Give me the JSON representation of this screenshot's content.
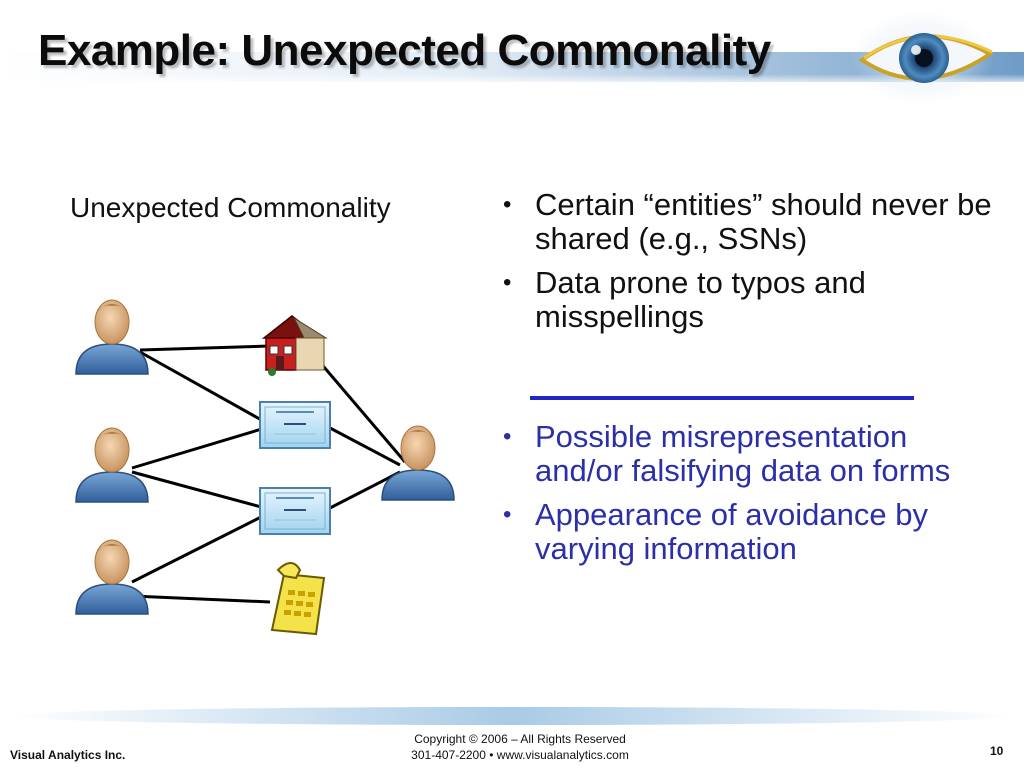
{
  "slide": {
    "title": "Example: Unexpected Commonality",
    "diagram_heading": "Unexpected Commonality",
    "bullets_black": [
      "Certain “entities” should never be shared (e.g., SSNs)",
      "Data prone to typos and misspellings"
    ],
    "bullets_blue": [
      "Possible misrepresentation and/or falsifying data on forms",
      "Appearance of avoidance by  varying information"
    ],
    "accent_color": "#2b2fa8",
    "rule_color": "#2424c0"
  },
  "footer": {
    "company": "Visual Analytics Inc.",
    "copyright_line1": "Copyright © 2006 – All Rights Reserved",
    "copyright_line2": "301-407-2200  •  www.visualanalytics.com",
    "page_number": "10"
  },
  "icons": {
    "logo": "eye-icon",
    "person": "person-icon",
    "house": "house-icon",
    "document": "document-icon",
    "phone": "telephone-icon"
  }
}
